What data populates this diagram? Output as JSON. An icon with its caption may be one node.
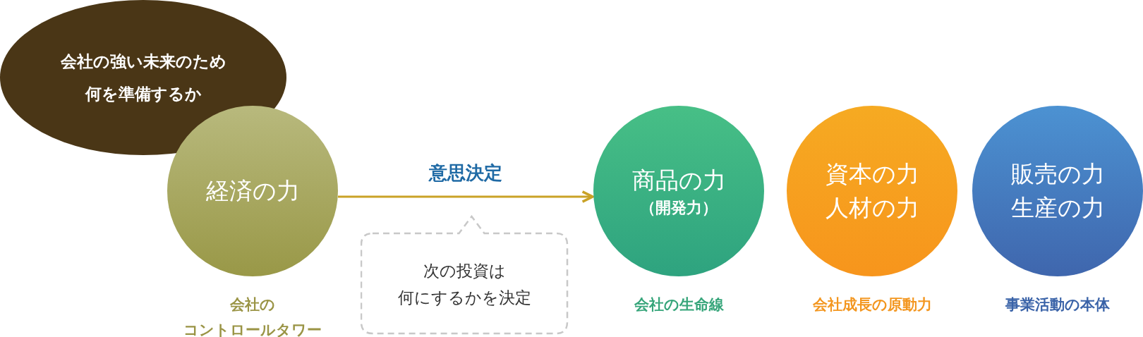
{
  "diagram": {
    "nodes": [
      {
        "text": [
          "会社の強い未来のため何を準備するか"
        ]
      },
      {
        "text": [
          "経済の力"
        ],
        "beside": [
          "会社のコントロールタワー"
        ]
      },
      {
        "text": [
          "次の投資は何にするかを決定"
        ]
      },
      {
        "text": [
          "商品の力",
          "（開発力）"
        ],
        "beside": [
          "会社の生命線"
        ]
      },
      {
        "text": [
          "資本の力人材の力"
        ],
        "beside": [
          "会社成長の原動力"
        ]
      },
      {
        "text": [
          "販売の力生産の力"
        ],
        "beside": [
          "事業活動の本体"
        ]
      }
    ],
    "edges": [
      {
        "from": 1,
        "to": 3,
        "arrow": "to",
        "label": "意思決定",
        "color": "#c9a227"
      }
    ]
  }
}
